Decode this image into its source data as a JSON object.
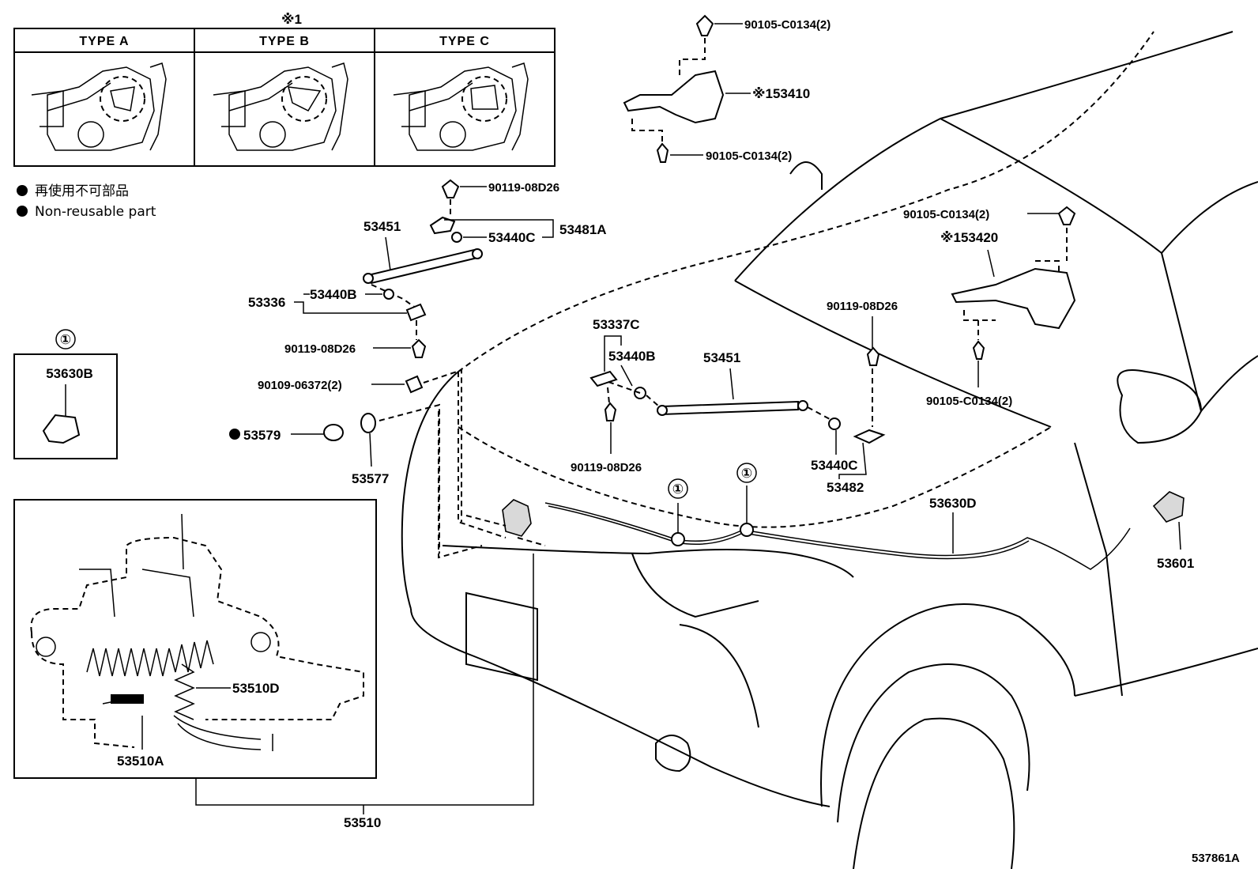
{
  "note_marker": "※1",
  "type_table": {
    "headers": [
      "TYPE A",
      "TYPE B",
      "TYPE C"
    ]
  },
  "legend": {
    "symbol": "●",
    "japanese": "再使用不可部品",
    "english": "Non-reusable part"
  },
  "callout_number": "①",
  "part_labels": {
    "bolt_hinge_l_top": "90105-C0134(2)",
    "hinge_l": "※153410",
    "bolt_hinge_l_bottom": "90105-C0134(2)",
    "bolt_support_top": "90119-08D26",
    "support_l": "53451",
    "retainer_top": "53440C",
    "bracket_assy": "53481A",
    "bracket_lower": "53336",
    "retainer_lower": "53440B",
    "bolt_support_lower": "90119-08D26",
    "clip_box": "53630B",
    "screw_cushion": "90109-06372(2)",
    "seal": "53579",
    "cushion": "53577",
    "bolt_hinge_r_top": "90105-C0134(2)",
    "hinge_r": "※153420",
    "bolt_support_r_top": "90119-08D26",
    "bolt_hinge_r_bottom": "90105-C0134(2)",
    "bracket_r": "53337C",
    "retainer_r": "53440B",
    "support_r": "53451",
    "bolt_bracket_r": "90119-08D26",
    "retainer_r2": "53440C",
    "bracket_r2": "53482",
    "cable": "53630D",
    "lever": "53601",
    "spring_d": "53510D",
    "spring_a": "53510A",
    "lock_assy": "53510"
  },
  "figure_id": "537861A"
}
